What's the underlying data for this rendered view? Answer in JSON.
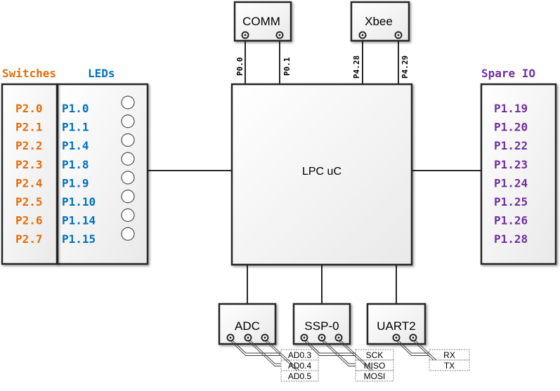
{
  "center": {
    "label": "LPC uC"
  },
  "top_modules": [
    {
      "label": "COMM",
      "pins": [
        "P0.0",
        "P0.1"
      ]
    },
    {
      "label": "Xbee",
      "pins": [
        "P4.28",
        "P4.29"
      ]
    }
  ],
  "left_panel": {
    "switches_title": "Switches",
    "leds_title": "LEDs",
    "switches": [
      "P2.0",
      "P2.1",
      "P2.2",
      "P2.3",
      "P2.4",
      "P2.5",
      "P2.6",
      "P2.7"
    ],
    "leds": [
      "P1.0",
      "P1.1",
      "P1.4",
      "P1.8",
      "P1.9",
      "P1.10",
      "P1.14",
      "P1.15"
    ]
  },
  "right_panel": {
    "title": "Spare IO",
    "pins": [
      "P1.19",
      "P1.20",
      "P1.22",
      "P1.23",
      "P1.24",
      "P1.25",
      "P1.26",
      "P1.28"
    ]
  },
  "bottom_modules": [
    {
      "label": "ADC",
      "signals": [
        "AD0.3",
        "AD0.4",
        "AD0.5"
      ]
    },
    {
      "label": "SSP-0",
      "signals": [
        "SCK",
        "MISO",
        "MOSI"
      ]
    },
    {
      "label": "UART2",
      "signals": [
        "RX",
        "TX"
      ]
    }
  ],
  "colors": {
    "switch_text": "#E46C0A",
    "led_text": "#0070C0",
    "spare_text": "#7030A0",
    "box_fill": "#f5f5f5",
    "stroke": "#262626",
    "signal_box": "#7f7f7f"
  }
}
